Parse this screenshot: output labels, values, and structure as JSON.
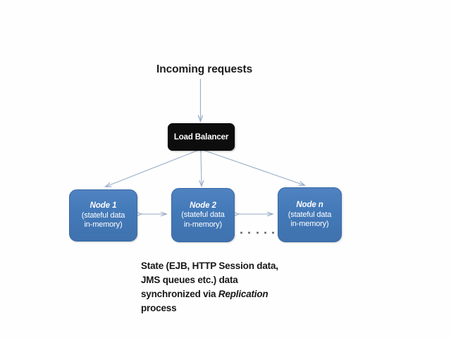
{
  "diagram": {
    "background_color": "#fffeff",
    "incoming": {
      "label": "Incoming requests"
    },
    "load_balancer": {
      "label": "Load Balancer",
      "fill_color": "#0d0d0d",
      "text_color": "#ffffff"
    },
    "nodes": [
      {
        "title": "Node 1",
        "subtitle_line1": "(stateful data",
        "subtitle_line2": "in-memory)",
        "fill_color": "#4379b8"
      },
      {
        "title": "Node 2",
        "subtitle_line1": "(stateful data",
        "subtitle_line2": "in-memory)",
        "fill_color": "#4379b8"
      },
      {
        "title": "Node n",
        "subtitle_line1": "(stateful data",
        "subtitle_line2": "in-memory)",
        "fill_color": "#4379b8"
      }
    ],
    "ellipsis": {
      "dot_count": 5,
      "meaning": "additional nodes omitted"
    },
    "connectors": {
      "incoming_to_lb": "single arrow down",
      "lb_to_nodes": "three arrows fanning out",
      "node_to_node": "bidirectional replication arrows",
      "line_color": "#8fa8c4"
    },
    "caption": {
      "line1": "State (EJB, HTTP Session data,",
      "line2": "JMS queues etc.) data",
      "line3_pre": "synchronized via ",
      "line3_emph": "Replication",
      "line4": "process"
    }
  }
}
